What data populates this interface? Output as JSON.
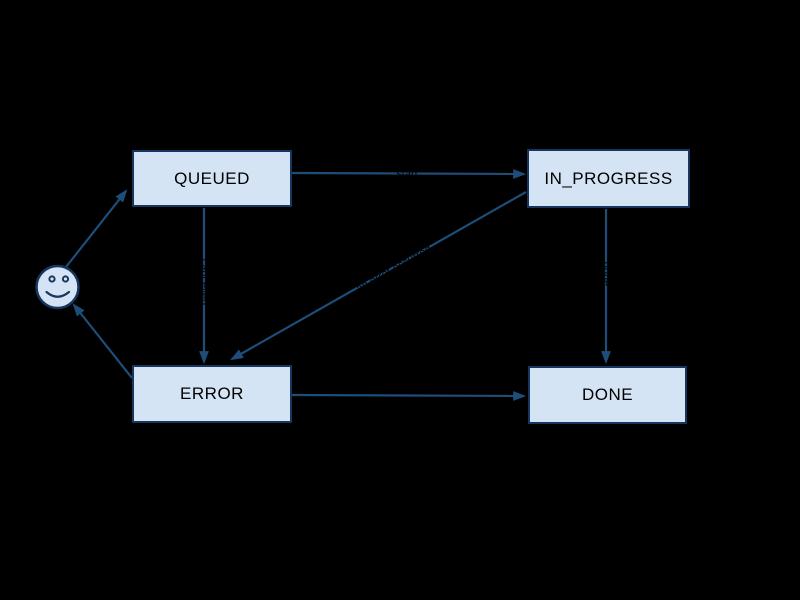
{
  "diagram": {
    "background": "#000000",
    "node_fill": "#d4e4f4",
    "node_border": "#17365d",
    "edge_color": "#1d4e79",
    "edge_label_color": "#000000"
  },
  "nodes": [
    {
      "id": "queued",
      "label": "QUEUED"
    },
    {
      "id": "in_progress",
      "label": "IN_PROGRESS"
    },
    {
      "id": "error",
      "label": "ERROR"
    },
    {
      "id": "done",
      "label": "DONE"
    }
  ],
  "start_node": {
    "id": "start",
    "icon": "smiley-face-icon"
  },
  "edges": [
    {
      "from": "start",
      "to": "queued",
      "label": ""
    },
    {
      "from": "queued",
      "to": "in_progress",
      "label": "start"
    },
    {
      "from": "queued",
      "to": "error",
      "label": "cancelled"
    },
    {
      "from": "in_progress",
      "to": "error",
      "label": "an error occurred"
    },
    {
      "from": "in_progress",
      "to": "done",
      "label": "done"
    },
    {
      "from": "error",
      "to": "done",
      "label": ""
    },
    {
      "from": "error",
      "to": "start",
      "label": ""
    }
  ]
}
